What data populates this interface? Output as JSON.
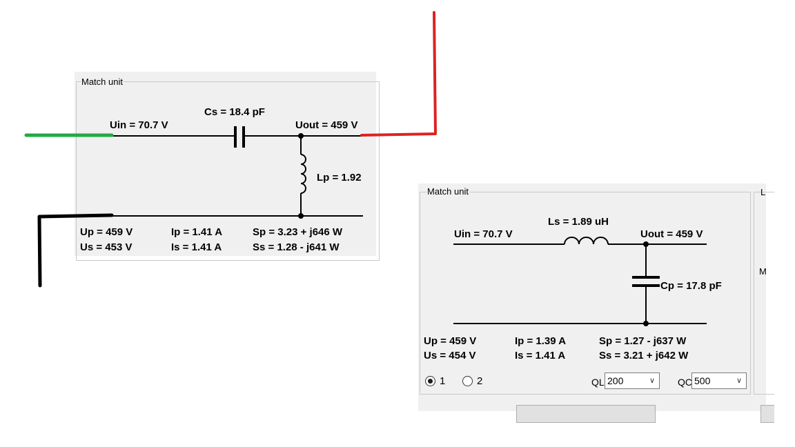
{
  "colors": {
    "panel_bg": "#f0f0f0",
    "wire": "#000000",
    "green_marker": "#22aa44",
    "red_marker": "#dd2222",
    "black_marker": "#000000"
  },
  "left_panel": {
    "group_title": "Match unit",
    "uin": "Uin = 70.7 V",
    "cs": "Cs = 18.4 pF",
    "uout": "Uout = 459 V",
    "lp": "Lp = 1.92",
    "row1": {
      "up": "Up = 459 V",
      "ip": "Ip = 1.41 A",
      "sp": "Sp = 3.23 + j646 W"
    },
    "row2": {
      "us": "Us = 453 V",
      "is": "Is = 1.41 A",
      "ss": "Ss = 1.28 - j641 W"
    }
  },
  "right_panel": {
    "group_title": "Match unit",
    "uin": "Uin = 70.7 V",
    "ls": "Ls = 1.89 uH",
    "uout": "Uout = 459 V",
    "cp": "Cp = 17.8 pF",
    "row1": {
      "up": "Up = 459 V",
      "ip": "Ip = 1.39 A",
      "sp": "Sp = 1.27 - j637 W"
    },
    "row2": {
      "us": "Us = 454 V",
      "is": "Is = 1.41 A",
      "ss": "Ss = 3.21 + j642 W"
    },
    "radio1": "1",
    "radio2": "2",
    "ql_label": "QL",
    "ql_value": "200",
    "qc_label": "QC",
    "qc_value": "500",
    "side_label_top": "L",
    "side_label_mid": "M"
  }
}
